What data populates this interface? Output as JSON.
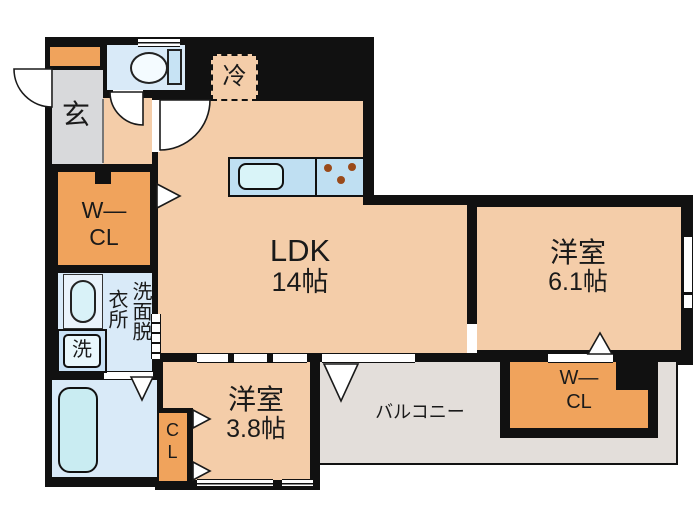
{
  "title": "apartment-floorplan",
  "labels": {
    "ldk": {
      "name": "LDK",
      "size": "14帖"
    },
    "bedroom_right": {
      "name": "洋室",
      "size": "6.1帖"
    },
    "bedroom_bottom": {
      "name": "洋室",
      "size": "3.8帖"
    },
    "balcony": "バルコニー",
    "entrance": "玄",
    "fridge": "冷",
    "washer": "洗",
    "washroom_col_right": "洗面脱",
    "washroom_col_left": "衣所",
    "wic_left": {
      "line1": "W―",
      "line2": "CL"
    },
    "wic_right": {
      "line1": "W―",
      "line2": "CL"
    },
    "closet": "CL"
  },
  "colors": {
    "wall": "#111111",
    "room_peach": "#F4CDA9",
    "closet_orange": "#F0A35C",
    "water_blue": "#D9EAF8",
    "fixture_blue": "#C9ECF2",
    "counter_blue": "#BFDFF2",
    "entrance_gray": "#D8D9DB",
    "balcony_gray": "#E3DEDA",
    "stove_dot": "#9A4A1A"
  }
}
